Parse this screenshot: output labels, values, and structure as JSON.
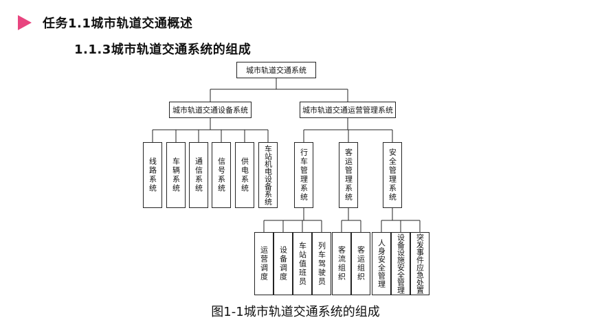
{
  "header": {
    "task_title": "任务1.1城市轨道交通概述",
    "section_title": "1.1.3城市轨道交通系统的组成"
  },
  "diagram": {
    "root": "城市轨道交通系统",
    "level1": [
      "城市轨道交通设备系统",
      "城市轨道交通运营管理系统"
    ],
    "equipment_systems": [
      "线路系统",
      "车辆系统",
      "通信系统",
      "信号系统",
      "供电系统",
      "车站机电设备系统"
    ],
    "management_systems": [
      "行车管理系统",
      "客运管理系统",
      "安全管理系统"
    ],
    "train_management": [
      "运营调度",
      "设备调度",
      "车站值班员",
      "列车驾驶员"
    ],
    "passenger_management": [
      "客流组织",
      "客运组织"
    ],
    "safety_management": [
      "人身安全管理",
      "设备设施安全管理",
      "突发事件应急处置"
    ]
  },
  "caption": "图1-1城市轨道交通系统的组成",
  "colors": {
    "accent": "#e8457f",
    "line": "#222222"
  }
}
